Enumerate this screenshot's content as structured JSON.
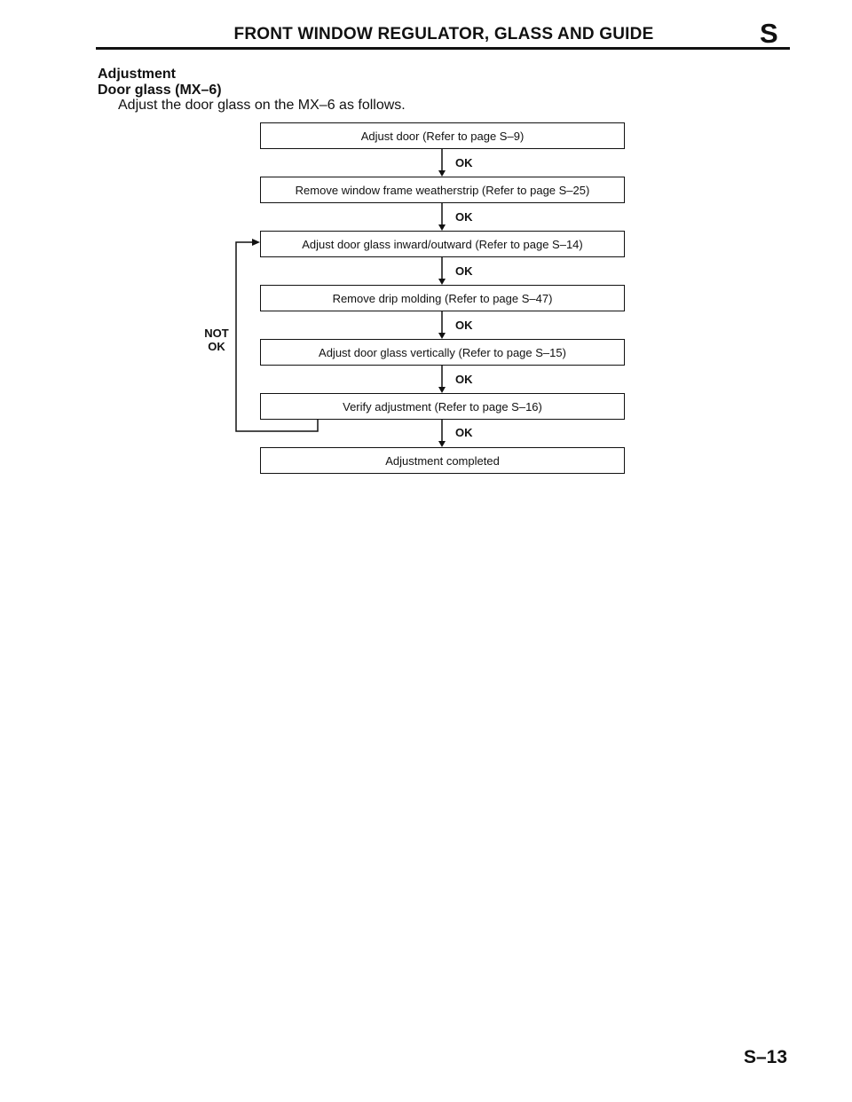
{
  "header": {
    "title": "FRONT WINDOW REGULATOR, GLASS AND GUIDE",
    "section_letter": "S"
  },
  "section": {
    "heading": "Adjustment",
    "subheading": "Door glass (MX–6)",
    "intro": "Adjust the door glass on the MX–6 as follows."
  },
  "flowchart": {
    "steps": [
      "Adjust door (Refer to page S–9)",
      "Remove window frame weatherstrip (Refer to page S–25)",
      "Adjust door glass inward/outward (Refer to page S–14)",
      "Remove drip molding (Refer to page S–47)",
      "Adjust door glass vertically (Refer to page S–15)",
      "Verify adjustment (Refer to page S–16)",
      "Adjustment completed"
    ],
    "ok_labels": [
      "OK",
      "OK",
      "OK",
      "OK",
      "OK",
      "OK"
    ],
    "not_ok_line1": "NOT",
    "not_ok_line2": "OK"
  },
  "footer": {
    "page_number": "S–13"
  }
}
